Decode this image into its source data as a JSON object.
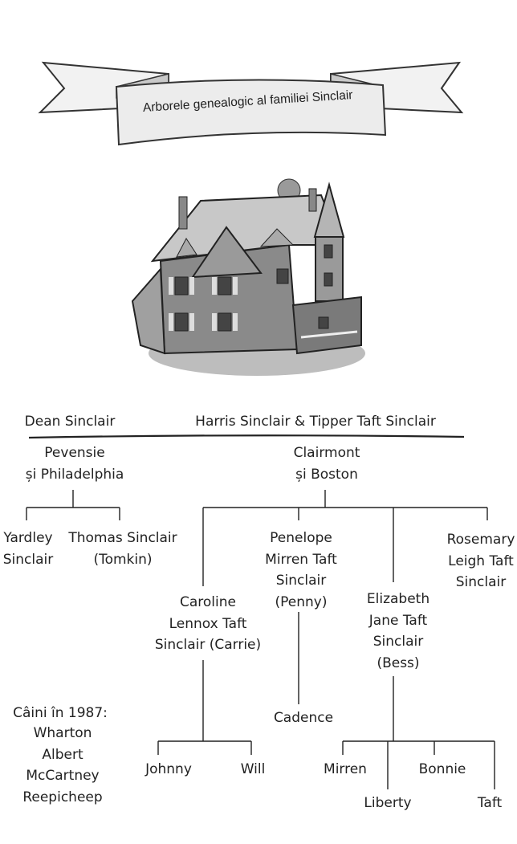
{
  "banner": {
    "title": "Arborele genealogic al familiei Sinclair"
  },
  "illustration": {
    "icon": "house-illustration"
  },
  "people": {
    "dean": "Dean Sinclair",
    "harris_tipper": "Harris Sinclair & Tipper Taft Sinclair",
    "yardley": "Yardley\nSinclair",
    "thomas": "Thomas Sinclair\n(Tomkin)",
    "caroline": "Caroline\nLennox Taft\nSinclair (Carrie)",
    "penelope": "Penelope\nMirren Taft\nSinclair\n(Penny)",
    "elizabeth": "Elizabeth\nJane Taft\nSinclair\n(Bess)",
    "rosemary": "Rosemary\nLeigh Taft\nSinclair",
    "johnny": "Johnny",
    "will": "Will",
    "cadence": "Cadence",
    "mirren": "Mirren",
    "liberty": "Liberty",
    "bonnie": "Bonnie",
    "taft": "Taft"
  },
  "places": {
    "dean_places": "Pevensie\nși Philadelphia",
    "harris_places": "Clairmont\nși Boston"
  },
  "dogs": {
    "title": "Câini în 1987:",
    "names": "Wharton\nAlbert\nMcCartney\nReepicheep"
  }
}
